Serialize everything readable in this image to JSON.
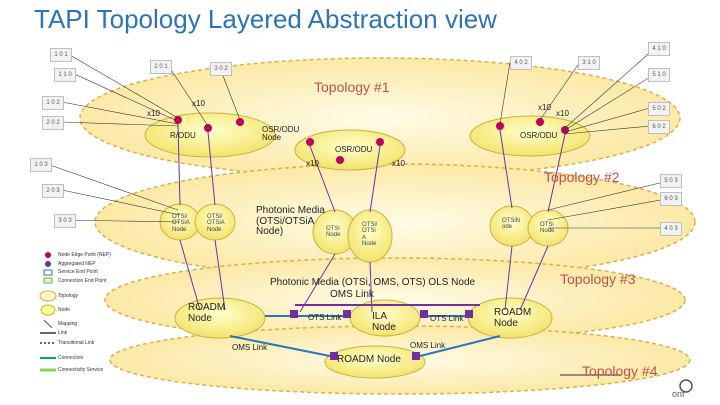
{
  "title": "TAPI Topology Layered Abstraction view",
  "topologies": {
    "t1": "Topology #1",
    "t2": "Topology #2",
    "t3": "Topology #3",
    "t4": "Topology #4"
  },
  "node_labels": {
    "osr_odu_node": "OSR/ODU Node",
    "osr_odu_left": "R/ODU",
    "osr_odu_mid": "OSR/ODU",
    "osr_odu_right": "OSR/ODU",
    "photonic_media": "Photonic Media (OTSi/OTSiA Node)",
    "photonic_ols": "Photonic Media (OTSi, OMS, OTS) OLS Node",
    "oms_link_top": "OMS Link",
    "roadm_left": "ROADM Node",
    "roadm_right": "ROADM Node",
    "roadm_bottom": "ROADM Node",
    "ila_node": "ILA Node",
    "ots_link_left": "OTS Link",
    "ots_link_right": "OTS Link",
    "oms_link_left": "OMS Link",
    "oms_link_right": "OMS Link",
    "otsi_node_a": "OTSi/ OTSiA Node",
    "otsi_node_b": "OTSi/ OTSiA Node",
    "otsi_node_c": "OTSi Node",
    "otsi_node_d": "OTSi/ OTSi A Node",
    "otsi_node_e": "OTSiN ode",
    "otsi_node_f": "OTSi Node"
  },
  "multipliers": {
    "x10_a": "x10",
    "x10_b": "x10",
    "x10_c": "x10",
    "x10_d": "x10",
    "x10_e": "x10",
    "x10_f": "x10"
  },
  "side_boxes": {
    "b1": "1 0 1",
    "b2": "2 0 1",
    "b3": "3 0 2",
    "b4": "4 0 2",
    "b5": "3 1 0",
    "b6": "4 1 0",
    "b7": "1 1 0",
    "b8": "5 1 0",
    "b9": "1 0 2",
    "b10": "5 0 2",
    "b11": "2 0 2",
    "b12": "6 0 2",
    "b13": "1 0 3",
    "b14": "5 0 3",
    "b15": "2 0 3",
    "b16": "6 0 3",
    "b17": "3 0 3",
    "b18": "4 0 3"
  },
  "legend": [
    "Node Edge Point (NEP)",
    "Aggregated NEP",
    "Service End Point",
    "Connection End Point",
    "Topology",
    "Node",
    "Mapping",
    "Link",
    "Transitional Link",
    "Connection",
    "Connectivity Service"
  ],
  "brand": "onf",
  "colors": {
    "title": "#2e74b5",
    "accent_red": "#c0504d",
    "layer_fill": "#fff2cc",
    "node_fill": "#ffff99",
    "nep_fill": "#c00060",
    "mapping_line": "#7030a0",
    "connection": "#2e75b6"
  }
}
